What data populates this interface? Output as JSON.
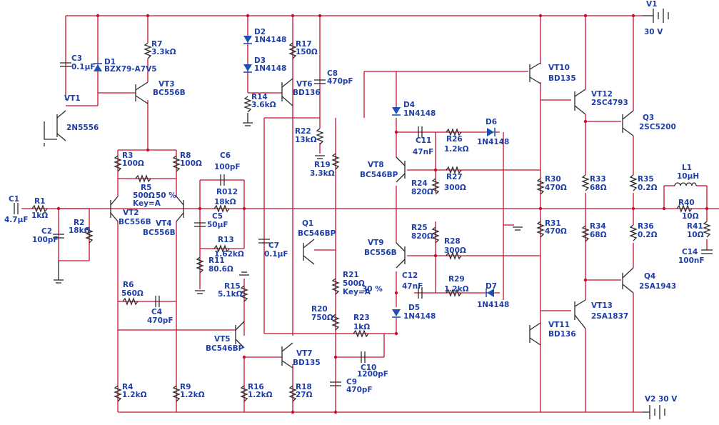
{
  "labels": {
    "V1": "V1",
    "V1v": "30 V",
    "V2": "V2",
    "V2v": "30 V",
    "C3": "C3",
    "C3v": "0.1µF",
    "D1": "D1",
    "D1v": "BZX79-A7V5",
    "R7": "R7",
    "R7v": "3.3kΩ",
    "VT3": "VT3",
    "VT3v": "BC556B",
    "VT1": "VT1",
    "VT1v": "2N5556",
    "D2": "D2",
    "D2v": "1N4148",
    "D3": "D3",
    "D3v": "1N4148",
    "R17": "R17",
    "R17v": "150Ω",
    "R14": "R14",
    "R14v": "3.6kΩ",
    "VT6": "VT6",
    "VT6v": "BD136",
    "C8": "C8",
    "C8v": "470pF",
    "VT10": "VT10",
    "VT10v": "BD135",
    "VT12": "VT12",
    "VT12v": "2SC4793",
    "Q3": "Q3",
    "Q3v": "2SC5200",
    "D4": "D4",
    "D4v": "1N4148",
    "C11": "C11",
    "C11v": "47nF",
    "R26": "R26",
    "R26v": "1.2kΩ",
    "D6": "D6",
    "D6v": "1N4148",
    "R22": "R22",
    "R22v": "13kΩ",
    "R19": "R19",
    "R19v": "3.3kΩ",
    "VT8": "VT8",
    "VT8v": "BC546BP",
    "R27": "R27",
    "R27v": "300Ω",
    "R24": "R24",
    "R24v": "820Ω",
    "R30": "R30",
    "R30v": "470Ω",
    "R33": "R33",
    "R33v": "68Ω",
    "R35": "R35",
    "R35v": "0.2Ω",
    "L1": "L1",
    "L1v": "10µH",
    "R40": "R40",
    "R40v": "10Ω",
    "R3": "R3",
    "R3v": "100Ω",
    "R8": "R8",
    "R8v": "100Ω",
    "C6": "C6",
    "C6v": "100pF",
    "R5": "R5",
    "R5v": "500Ω",
    "R5pct": "50 %",
    "R5key": "Key=A",
    "R012": "R012",
    "R012v": "18kΩ",
    "C1": "C1",
    "C1v": "4.7µF",
    "R1": "R1",
    "R1v": "1kΩ",
    "VT2": "VT2",
    "VT2v": "BC556B",
    "VT4": "VT4",
    "VT4v": "BC556B",
    "C5": "C5",
    "C5v": "50µF",
    "C2": "C2",
    "C2v": "100pF",
    "R2": "R2",
    "R2v": "18kΩ",
    "R13": "R13",
    "R13v": "1.62kΩ",
    "R11": "R11",
    "R11v": "80.6Ω",
    "C7": "C7",
    "C7v": "0.1µF",
    "Q1": "Q1",
    "Q1v": "BC546BP",
    "R31": "R31",
    "R31v": "470Ω",
    "R34": "R34",
    "R34v": "68Ω",
    "R36": "R36",
    "R36v": "0.2Ω",
    "R41": "R41",
    "R41v": "10Ω",
    "C14": "C14",
    "C14v": "100nF",
    "R25": "R25",
    "R25v": "820Ω",
    "R28": "R28",
    "R28v": "300Ω",
    "VT9": "VT9",
    "VT9v": "BC556B",
    "R6": "R6",
    "R6v": "560Ω",
    "C4": "C4",
    "C4v": "470pF",
    "R15": "R15",
    "R15v": "5.1kΩ",
    "R21": "R21",
    "R21v": "500Ω",
    "R21pct": "30 %",
    "R21key": "Key=A",
    "C12": "C12",
    "C12v": "47nF",
    "R29": "R29",
    "R29v": "1.2kΩ",
    "D7": "D7",
    "D7v": "1N4148",
    "Q4": "Q4",
    "Q4v": "2SA1943",
    "D5": "D5",
    "D5v": "1N4148",
    "R20": "R20",
    "R20v": "750Ω",
    "R23": "R23",
    "R23v": "1kΩ",
    "VT11": "VT11",
    "VT11v": "BD136",
    "VT13": "VT13",
    "VT13v": "2SA1837",
    "VT5": "VT5",
    "VT5v": "BC546BP",
    "VT7": "VT7",
    "VT7v": "BD135",
    "C10": "C10",
    "C10v": "1200pF",
    "C9": "C9",
    "C9v": "470pF",
    "R4": "R4",
    "R4v": "1.2kΩ",
    "R9": "R9",
    "R9v": "1.2kΩ",
    "R16": "R16",
    "R16v": "1.2kΩ",
    "R18": "R18",
    "R18v": "27Ω"
  }
}
